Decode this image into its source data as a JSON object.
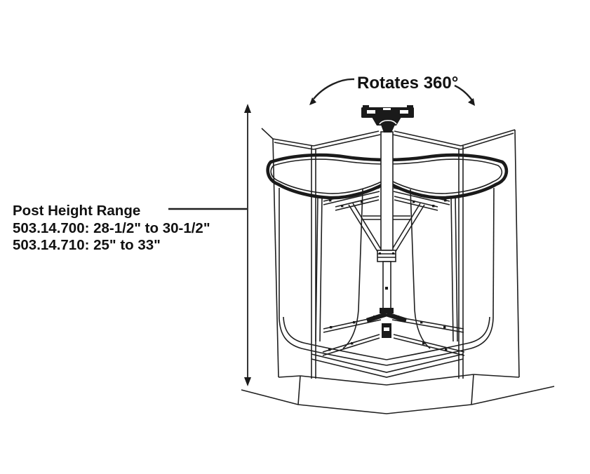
{
  "page": {
    "background": "#ffffff",
    "ink_color": "#1f1f1f",
    "subject": "rotating-corner-cabinet-carousel-diagram"
  },
  "annotations": {
    "rotation_label": "Rotates 360°",
    "post_height": {
      "title": "Post Height Range",
      "model_1": "503.14.700: 28-1/2\" to 30-1/2\"",
      "model_2": "503.14.710: 25\" to 33\""
    }
  }
}
